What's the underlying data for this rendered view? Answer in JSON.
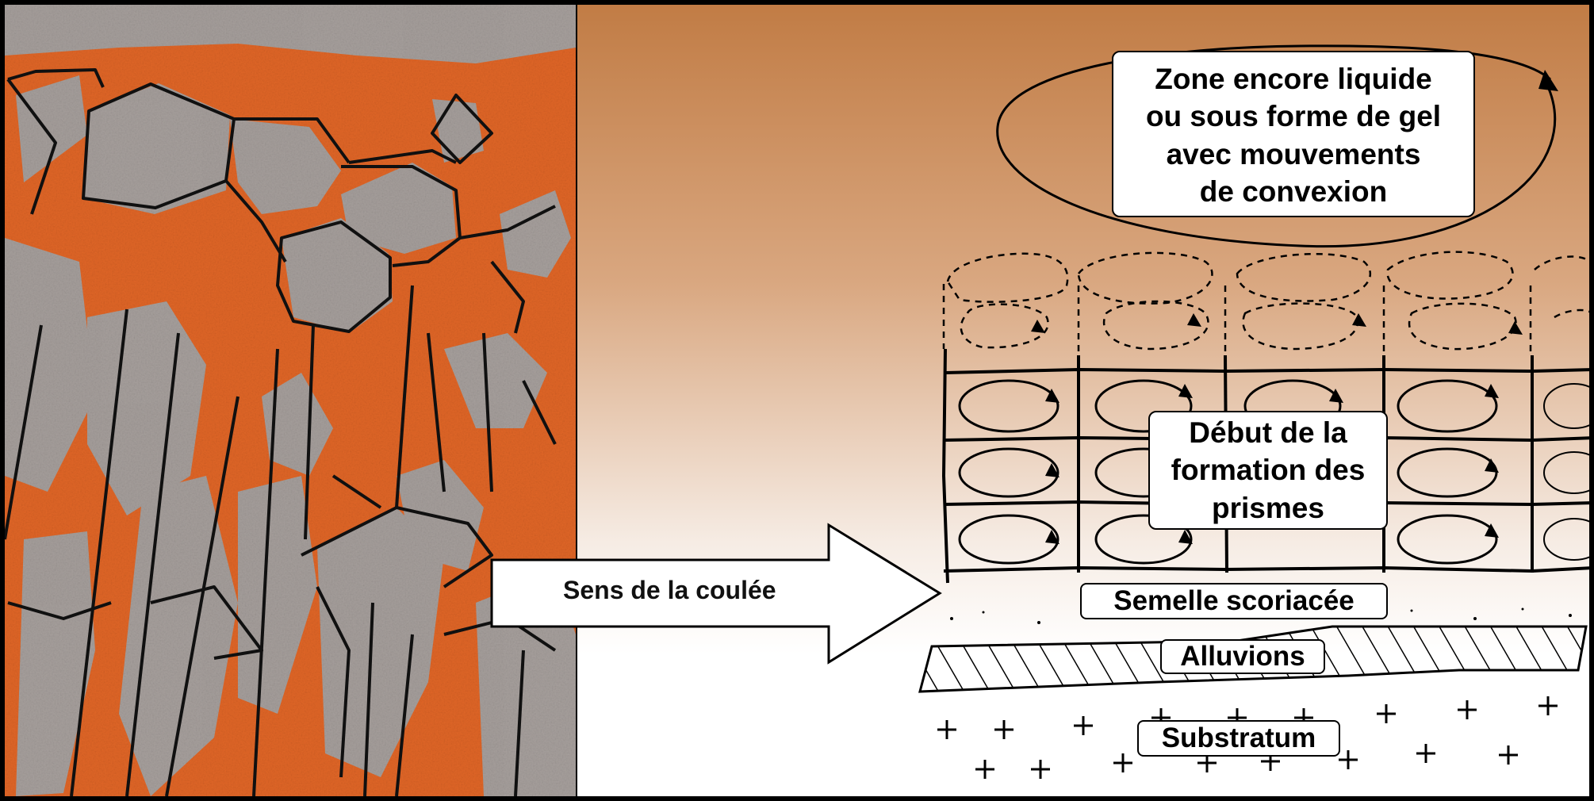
{
  "labels": {
    "zone_line1": "Zone encore liquide",
    "zone_line2": "ou sous forme de gel",
    "zone_line3": "avec mouvements",
    "zone_line4": "de convexion",
    "debut_line1": "Début de la",
    "debut_line2": "formation des",
    "debut_line3": "prismes",
    "arrow": "Sens de la coulée",
    "semelle": "Semelle scoriacée",
    "alluvions": "Alluvions",
    "substratum": "Substratum"
  },
  "colors": {
    "frame": "#000000",
    "basalt_orange": "#e06526",
    "basalt_grey": "#9a9a9a",
    "gradient_top": "#c4814a",
    "gradient_bottom": "#ffffff"
  }
}
